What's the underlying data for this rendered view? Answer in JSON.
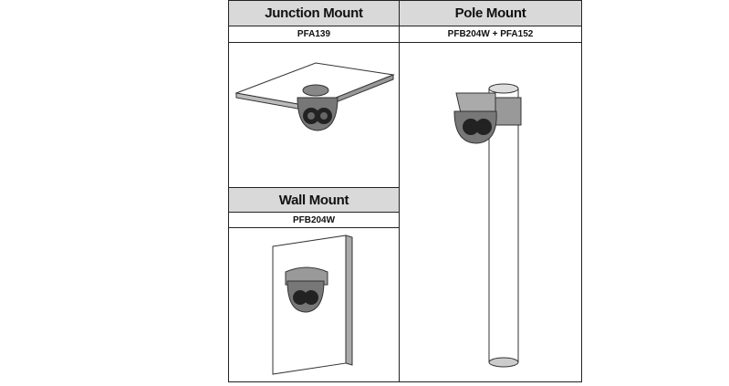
{
  "table": {
    "junction": {
      "title": "Junction Mount",
      "model": "PFA139"
    },
    "pole": {
      "title": "Pole Mount",
      "model": "PFB204W + PFA152"
    },
    "wall": {
      "title": "Wall Mount",
      "model": "PFB204W"
    }
  }
}
